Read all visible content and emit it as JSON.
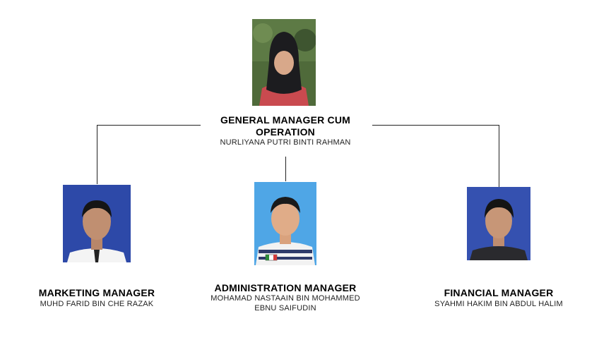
{
  "org_chart": {
    "top": {
      "title": "GENERAL MANAGER CUM OPERATION",
      "name": "NURLIYANA PUTRI BINTI RAHMAN"
    },
    "members": [
      {
        "title": "MARKETING MANAGER",
        "name": "MUHD FARID BIN CHE RAZAK"
      },
      {
        "title": "ADMINISTRATION MANAGER",
        "name": "MOHAMAD NASTAAIN BIN MOHAMMED EBNU SAIFUDIN"
      },
      {
        "title": "FINANCIAL MANAGER",
        "name": "SYAHMI HAKIM BIN ABDUL HALIM"
      }
    ]
  }
}
